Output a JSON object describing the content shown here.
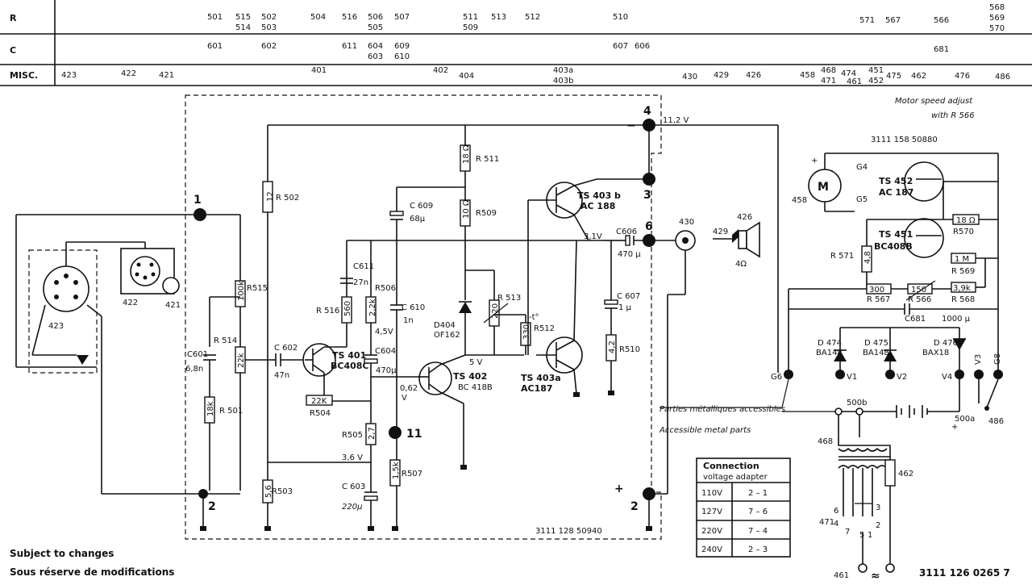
{
  "header": {
    "rows": [
      {
        "label": "R",
        "cells": [
          {
            "t": "501"
          },
          {
            "t": "515"
          },
          {
            "t": "514"
          },
          {
            "t": "502"
          },
          {
            "t": "503"
          },
          {
            "t": "504"
          },
          {
            "t": "516"
          },
          {
            "t": "506"
          },
          {
            "t": "505"
          },
          {
            "t": "507"
          },
          {
            "t": "511"
          },
          {
            "t": "509"
          },
          {
            "t": "513"
          },
          {
            "t": "512"
          },
          {
            "t": "510"
          },
          {
            "t": "571"
          },
          {
            "t": "567"
          },
          {
            "t": "566"
          },
          {
            "t": "568"
          },
          {
            "t": "569"
          },
          {
            "t": "570"
          }
        ]
      },
      {
        "label": "C",
        "cells": [
          {
            "t": "601"
          },
          {
            "t": "602"
          },
          {
            "t": "611"
          },
          {
            "t": "604"
          },
          {
            "t": "603"
          },
          {
            "t": "609"
          },
          {
            "t": "610"
          },
          {
            "t": "607"
          },
          {
            "t": "606"
          },
          {
            "t": "681"
          }
        ]
      },
      {
        "label": "MISC.",
        "cells": [
          {
            "t": "423"
          },
          {
            "t": "422"
          },
          {
            "t": "421"
          },
          {
            "t": "401"
          },
          {
            "t": "402"
          },
          {
            "t": "404"
          },
          {
            "t": "403a"
          },
          {
            "t": "403b"
          },
          {
            "t": "430"
          },
          {
            "t": "429"
          },
          {
            "t": "426"
          },
          {
            "t": "458"
          },
          {
            "t": "468"
          },
          {
            "t": "471"
          },
          {
            "t": "474"
          },
          {
            "t": "461"
          },
          {
            "t": "451"
          },
          {
            "t": "452"
          },
          {
            "t": "475"
          },
          {
            "t": "462"
          },
          {
            "t": "476"
          },
          {
            "t": "486"
          }
        ]
      }
    ]
  },
  "schematic": {
    "terminals": [
      "1",
      "2",
      "4",
      "3",
      "6",
      "11",
      "2"
    ],
    "polarity": [
      "−",
      "+"
    ],
    "voltages": [
      "11,2 V",
      "3,1V",
      "4,5V",
      "5 V",
      "0,62",
      "V",
      "3,6 V"
    ],
    "components": {
      "R502": "R 502",
      "R502v": "12",
      "R515": "R515",
      "R515v": "100k",
      "R514": "R 514",
      "R514v": "22k",
      "R501": "R 501",
      "R501v": "18k",
      "R516": "R 516",
      "R516v": "560",
      "R506": "R506",
      "R506v": "2,2k",
      "R504": "R504",
      "R504v": "22K",
      "R505": "R505",
      "R505v": "2,7",
      "R503": "R503",
      "R503v": "5,6",
      "R507": "R507",
      "R507v": "1,5k",
      "R511": "R 511",
      "R511v": "18 Ω",
      "R509": "R509",
      "R509v": "10 Ω",
      "R513": "R 513",
      "R513v": "220",
      "R512": "R512",
      "R512v": "330",
      "R512t": "-t°",
      "R510": "R510",
      "R510v": "4,2",
      "C601": "C601",
      "C601v": "6,8n",
      "C602": "C 602",
      "C602v": "47n",
      "C611": "C611",
      "C611v": "27n",
      "C604": "C604",
      "C604v": "470μ",
      "C610": "C 610",
      "C610v": "1n",
      "C609": "C 609",
      "C609v": "68μ",
      "C603": "C 603",
      "C603v": "220μ",
      "C606": "C606",
      "C606v": "470 μ",
      "C607": "C 607",
      "C607v": "1 μ",
      "TS401": "TS 401",
      "TS401t": "BC408C",
      "TS402": "TS 402",
      "TS402t": "BC 418B",
      "TS403a": "TS 403a",
      "TS403at": "AC187",
      "TS403b": "TS 403 b",
      "TS403bt": "AC 188",
      "D404": "D404",
      "D404t": "OF162",
      "J430": "430",
      "J429": "429",
      "SPK426": "426",
      "SPK426v": "4Ω",
      "S421": "421",
      "J422": "422",
      "J423": "423"
    },
    "board_code": "3111  128  50940"
  },
  "motor": {
    "title_line1": "Motor  speed  adjust",
    "title_line2": "with  R 566",
    "board_code": "3111  158  50880",
    "motor_symbol": "M",
    "motor_ref": "458",
    "G4": "G4",
    "G5": "G5",
    "G6": "G6",
    "G8": "G8",
    "V1": "V1",
    "V2": "V2",
    "V3": "V3",
    "V4": "V4",
    "TS452": "TS 452",
    "TS452t": "AC 187",
    "TS451": "TS 451",
    "TS451t": "BC408B",
    "R571": "R 571",
    "R571v": "4,8",
    "R570": "R570",
    "R570v": "18 Ω",
    "R569": "R 569",
    "R569v": "1 M",
    "R568": "R 568",
    "R568v": "3,9k",
    "R567": "R 567",
    "R567v": "300",
    "R566": "R 566",
    "R566v": "150",
    "C681": "C681",
    "C681v": "1000 μ",
    "D474": "D 474",
    "D474t": "BA148",
    "D475": "D 475",
    "D475t": "BA148",
    "D476": "D 476",
    "D476t": "BAX18",
    "batt_500b": "500b",
    "batt_500a": "500a",
    "sw_486": "486",
    "plus_sign": "+"
  },
  "notes": {
    "parties_fr": "Parties métalliques accessibles",
    "parties_en": "Accessible metal parts"
  },
  "adapter_table": {
    "header1": "Connection",
    "header2": "voltage adapter",
    "rows": [
      {
        "v": "110V",
        "c": "2 – 1"
      },
      {
        "v": "127V",
        "c": "7 – 6"
      },
      {
        "v": "220V",
        "c": "7 – 4"
      },
      {
        "v": "240V",
        "c": "2 – 3"
      }
    ]
  },
  "transformer": {
    "ref": "468",
    "fuse": "462",
    "selector": "471",
    "mains": "461",
    "ac_symbol": "≈",
    "taps": [
      "6",
      "3",
      "4",
      "7",
      "5",
      "2",
      "1"
    ]
  },
  "footer": {
    "subject_en": "Subject  to  changes",
    "subject_fr": "Sous réserve  de modifications",
    "doc_code": "3111  126  0265  7"
  }
}
